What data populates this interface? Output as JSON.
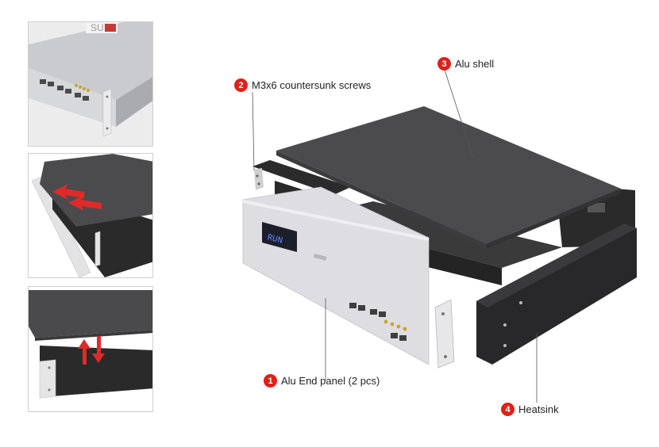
{
  "colors": {
    "marker": "#e0201b",
    "shell": "#4a4a4c",
    "heatsink": "#252526",
    "end_panel": "#dedee2",
    "arrow": "#e02a2a",
    "leader_line": "#555555"
  },
  "callouts": [
    {
      "number": "1",
      "label": "Alu End panel (2 pcs)"
    },
    {
      "number": "2",
      "label": "M3x6 countersunk screws"
    },
    {
      "number": "3",
      "label": "Alu shell"
    },
    {
      "number": "4",
      "label": "Heatsink"
    }
  ],
  "thumbnails": [
    {
      "name": "assembled-case-closeup",
      "logo_text": "SU"
    },
    {
      "name": "sliding-shell-step",
      "arrow_direction": "horizontal"
    },
    {
      "name": "lowering-shell-step",
      "arrow_direction": "vertical"
    }
  ],
  "display_text": "RUN"
}
